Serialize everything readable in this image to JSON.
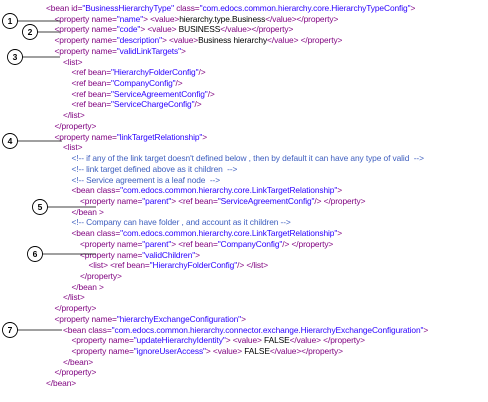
{
  "colors": {
    "tag": "#7f007f",
    "attr": "#7f007f",
    "value": "#2a00ff",
    "text": "#000000",
    "comment": "#3f5fbf"
  },
  "callouts": [
    "1",
    "2",
    "3",
    "4",
    "5",
    "6",
    "7"
  ],
  "lines": [
    {
      "indent": 0,
      "parts": [
        [
          "t",
          "<bean "
        ],
        [
          "a",
          "id="
        ],
        [
          "v",
          "\"BusinessHierarchyType\""
        ],
        [
          "a",
          " class="
        ],
        [
          "v",
          "\"com.edocs.common.hierarchy.core.HierarchyTypeConfig\""
        ],
        [
          "t",
          ">"
        ]
      ]
    },
    {
      "indent": 1,
      "parts": [
        [
          "t",
          "<property "
        ],
        [
          "a",
          "name="
        ],
        [
          "v",
          "\"name\""
        ],
        [
          "t",
          "> <value>"
        ],
        [
          "x",
          "hierarchy.type.Business"
        ],
        [
          "t",
          "</value></property>"
        ]
      ]
    },
    {
      "indent": 1,
      "parts": [
        [
          "t",
          "<property "
        ],
        [
          "a",
          "name="
        ],
        [
          "v",
          "\"code\""
        ],
        [
          "t",
          "> <value>"
        ],
        [
          "x",
          " BUSINESS"
        ],
        [
          "t",
          "</value></property>"
        ]
      ]
    },
    {
      "indent": 1,
      "parts": [
        [
          "t",
          "<property "
        ],
        [
          "a",
          "name="
        ],
        [
          "v",
          "\"description\""
        ],
        [
          "t",
          "> <value>"
        ],
        [
          "x",
          "Business hierarchy"
        ],
        [
          "t",
          "</value> </property>"
        ]
      ]
    },
    {
      "indent": 1,
      "parts": [
        [
          "t",
          "<property "
        ],
        [
          "a",
          "name="
        ],
        [
          "v",
          "\"validLinkTargets\""
        ],
        [
          "t",
          ">"
        ]
      ]
    },
    {
      "indent": 2,
      "parts": [
        [
          "t",
          "<list>"
        ]
      ]
    },
    {
      "indent": 3,
      "parts": [
        [
          "t",
          "<ref "
        ],
        [
          "a",
          "bean="
        ],
        [
          "v",
          "\"HierarchyFolderConfig\""
        ],
        [
          "t",
          "/>"
        ]
      ]
    },
    {
      "indent": 3,
      "parts": [
        [
          "t",
          "<ref "
        ],
        [
          "a",
          "bean="
        ],
        [
          "v",
          "\"CompanyConfig\""
        ],
        [
          "t",
          "/>"
        ]
      ]
    },
    {
      "indent": 3,
      "parts": [
        [
          "t",
          "<ref "
        ],
        [
          "a",
          "bean="
        ],
        [
          "v",
          "\"ServiceAgreementConfig\""
        ],
        [
          "t",
          "/>"
        ]
      ]
    },
    {
      "indent": 3,
      "parts": [
        [
          "t",
          "<ref "
        ],
        [
          "a",
          "bean="
        ],
        [
          "v",
          "\"ServiceChargeConfig\""
        ],
        [
          "t",
          "/>"
        ]
      ]
    },
    {
      "indent": 2,
      "parts": [
        [
          "t",
          "</list>"
        ]
      ]
    },
    {
      "indent": 1,
      "parts": [
        [
          "t",
          "</property>"
        ]
      ]
    },
    {
      "indent": 1,
      "parts": [
        [
          "t",
          "<property "
        ],
        [
          "a",
          "name="
        ],
        [
          "v",
          "\"linkTargetRelationship\""
        ],
        [
          "t",
          ">"
        ]
      ]
    },
    {
      "indent": 2,
      "parts": [
        [
          "t",
          "<list>"
        ]
      ]
    },
    {
      "indent": 3,
      "parts": [
        [
          "c",
          "<!-- if any of the link target doesn't defined below , then by default it can have any type of valid  -->"
        ]
      ]
    },
    {
      "indent": 3,
      "parts": [
        [
          "c",
          "<!-- link target defined above as it children  -->"
        ]
      ]
    },
    {
      "indent": 3,
      "parts": [
        [
          "c",
          "<!-- Service agreement is a leaf node  -->"
        ]
      ]
    },
    {
      "indent": 3,
      "parts": [
        [
          "t",
          "<bean "
        ],
        [
          "a",
          "class="
        ],
        [
          "v",
          "\"com.edocs.common.hierarchy.core.LinkTargetRelationship\""
        ],
        [
          "t",
          ">"
        ]
      ]
    },
    {
      "indent": 4,
      "parts": [
        [
          "t",
          "<property "
        ],
        [
          "a",
          "name="
        ],
        [
          "v",
          "\"parent\""
        ],
        [
          "t",
          "> <ref "
        ],
        [
          "a",
          "bean="
        ],
        [
          "v",
          "\"ServiceAgreementConfig\""
        ],
        [
          "t",
          "/> </property>"
        ]
      ]
    },
    {
      "indent": 3,
      "parts": [
        [
          "t",
          "</bean >"
        ]
      ]
    },
    {
      "indent": 3,
      "parts": [
        [
          "c",
          "<!-- Company can have folder , and account as it children -->"
        ]
      ]
    },
    {
      "indent": 3,
      "parts": [
        [
          "t",
          "<bean "
        ],
        [
          "a",
          "class="
        ],
        [
          "v",
          "\"com.edocs.common.hierarchy.core.LinkTargetRelationship\""
        ],
        [
          "t",
          ">"
        ]
      ]
    },
    {
      "indent": 4,
      "parts": [
        [
          "t",
          "<property "
        ],
        [
          "a",
          "name="
        ],
        [
          "v",
          "\"parent\""
        ],
        [
          "t",
          "> <ref "
        ],
        [
          "a",
          "bean="
        ],
        [
          "v",
          "\"CompanyConfig\""
        ],
        [
          "t",
          "/> </property>"
        ]
      ]
    },
    {
      "indent": 4,
      "parts": [
        [
          "t",
          "<property "
        ],
        [
          "a",
          "name="
        ],
        [
          "v",
          "\"validChildren\""
        ],
        [
          "t",
          ">"
        ]
      ]
    },
    {
      "indent": 5,
      "parts": [
        [
          "t",
          "<list> <ref "
        ],
        [
          "a",
          "bean="
        ],
        [
          "v",
          "\"HierarchyFolderConfig\""
        ],
        [
          "t",
          "/> </list>"
        ]
      ]
    },
    {
      "indent": 4,
      "parts": [
        [
          "t",
          "</property>"
        ]
      ]
    },
    {
      "indent": 3,
      "parts": [
        [
          "t",
          "</bean >"
        ]
      ]
    },
    {
      "indent": 2,
      "parts": [
        [
          "t",
          "</list>"
        ]
      ]
    },
    {
      "indent": 1,
      "parts": [
        [
          "t",
          "</property>"
        ]
      ]
    },
    {
      "indent": 1,
      "parts": [
        [
          "t",
          "<property "
        ],
        [
          "a",
          "name="
        ],
        [
          "v",
          "\"hierarchyExchangeConfiguration\""
        ],
        [
          "t",
          ">"
        ]
      ]
    },
    {
      "indent": 2,
      "parts": [
        [
          "t",
          "<bean "
        ],
        [
          "a",
          "class="
        ],
        [
          "v",
          "\"com.edocs.common.hierarchy.connector.exchange.HierarchyExchangeConfiguration\""
        ],
        [
          "t",
          ">"
        ]
      ]
    },
    {
      "indent": 3,
      "parts": [
        [
          "t",
          "<property "
        ],
        [
          "a",
          "name="
        ],
        [
          "v",
          "\"updateHierarchyIdentity\""
        ],
        [
          "t",
          "> <value>"
        ],
        [
          "x",
          " FALSE"
        ],
        [
          "t",
          "</value> </property>"
        ]
      ]
    },
    {
      "indent": 3,
      "parts": [
        [
          "t",
          "<property "
        ],
        [
          "a",
          "name="
        ],
        [
          "v",
          "\"ignoreUserAccess\""
        ],
        [
          "t",
          "> <value>"
        ],
        [
          "x",
          " FALSE"
        ],
        [
          "t",
          "</value></property>"
        ]
      ]
    },
    {
      "indent": 2,
      "parts": [
        [
          "t",
          "</bean>"
        ]
      ]
    },
    {
      "indent": 1,
      "parts": [
        [
          "t",
          "</property>"
        ]
      ]
    },
    {
      "indent": 0,
      "parts": [
        [
          "t",
          "</bean>"
        ]
      ]
    }
  ]
}
